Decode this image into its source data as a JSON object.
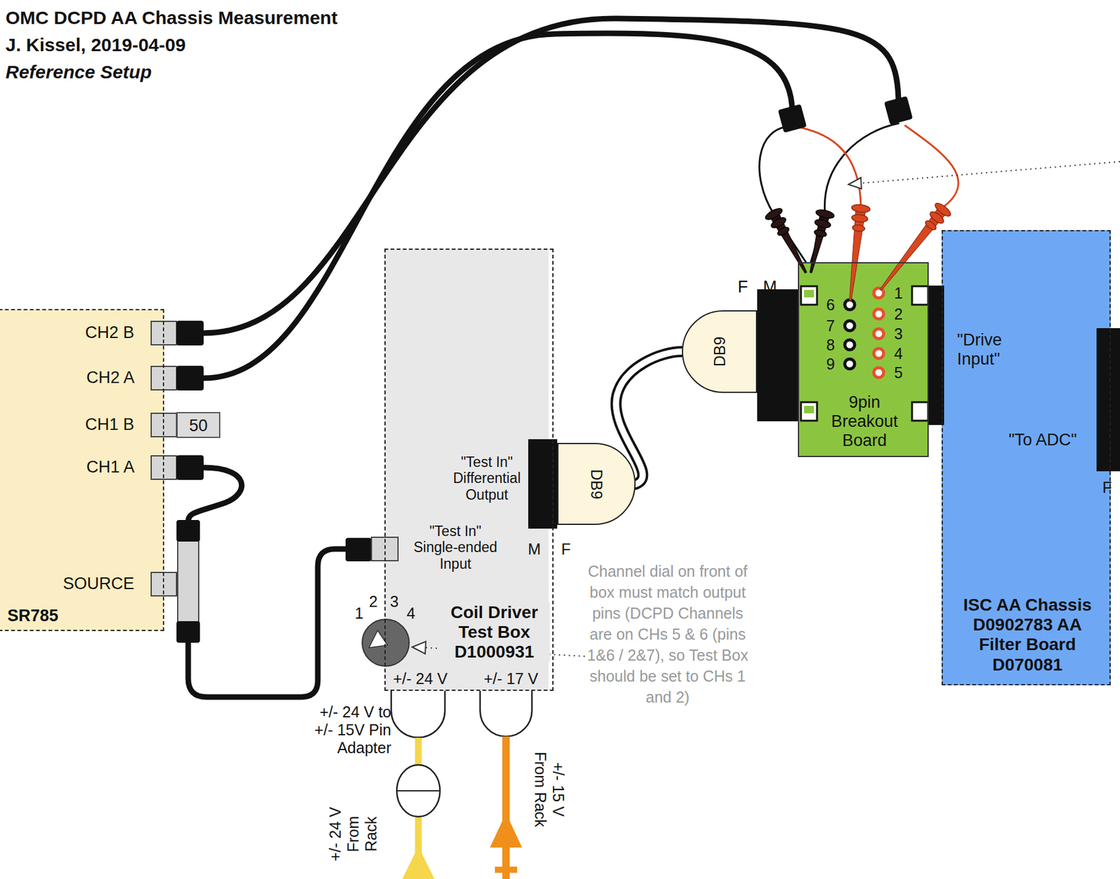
{
  "diagram": {
    "title": "OMC DCPD AA Chassis Measurement",
    "nodes": [
      {
        "text": [
          "SR785"
        ]
      },
      {
        "text": [
          "50"
        ]
      },
      {
        "text": [
          "Coil Driver Test Box D1000931"
        ]
      },
      {
        "text": [
          "DB9"
        ]
      },
      {
        "text": [
          "DB9"
        ]
      },
      {
        "text": [
          "9pin Breakout Board"
        ]
      },
      {
        "text": [
          "ISC AA Chassis D0902783 AA Filter Board D070081"
        ]
      }
    ],
    "edges": [
      {
        "from": 0,
        "to": 2,
        "arrow": "none"
      },
      {
        "from": 0,
        "to": 5,
        "arrow": "none"
      },
      {
        "from": 0,
        "to": 5,
        "arrow": "none"
      },
      {
        "from": 3,
        "to": 4,
        "arrow": "none"
      }
    ],
    "labels": [
      "J. Kissel, 2019-04-09",
      "Reference Setup",
      "CH2 B",
      "CH2 A",
      "CH1 B",
      "CH1 A",
      "SOURCE",
      "\"Test In\" Differential Output",
      "\"Test In\" Single-ended Input",
      "M",
      "F",
      "1",
      "2",
      "3",
      "4",
      "+/- 24 V",
      "+/- 17 V",
      "+/- 24 V to +/- 15V Pin Adapter",
      "+/- 24 V From Rack",
      "+/- 15 V From Rack",
      "Channel dial on front of box must match output pins (DCPD Channels are on CHs 5 & 6 (pins 1&6 / 2&7), so Test Box should be set to CHs 1 and 2)",
      "F",
      "M",
      "6",
      "7",
      "8",
      "9",
      "1",
      "2",
      "3",
      "4",
      "5",
      "\"Drive Input\"",
      "\"To ADC\"",
      "F"
    ]
  }
}
